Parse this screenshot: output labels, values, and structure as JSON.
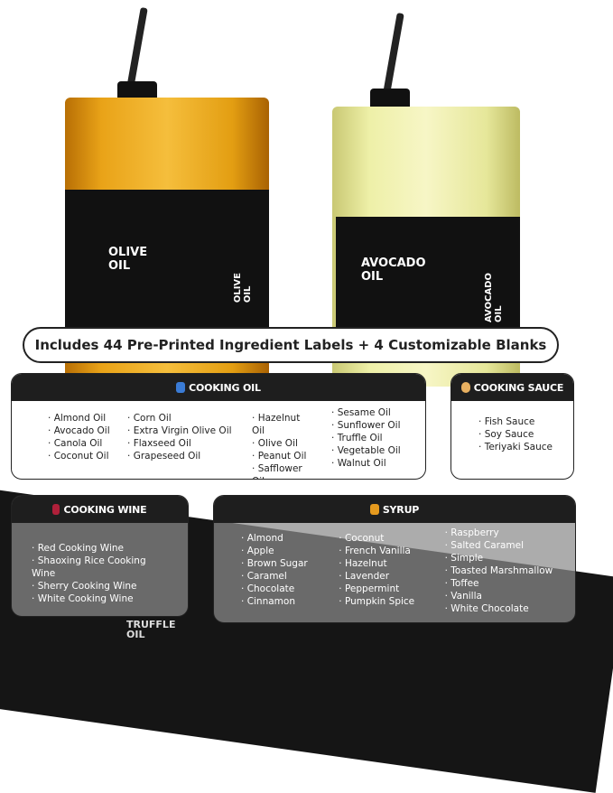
{
  "bottles": [
    {
      "label": "OLIVE\nOIL",
      "vertical": "OLIVE\nOIL",
      "color": "#e9a318"
    },
    {
      "label": "AVOCADO\nOIL",
      "vertical": "AVOCADO\nOIL",
      "color": "#eef0a8"
    }
  ],
  "banner": "Includes 44 Pre-Printed Ingredient Labels + 4 Customizable Blanks",
  "background_label": "TRUFFLE\nOIL",
  "panels": {
    "cooking_oil": {
      "title": "COOKING OIL",
      "icon": "oil-can-icon",
      "columns": [
        [
          "Almond Oil",
          "Avocado Oil",
          "Canola Oil",
          "Coconut Oil"
        ],
        [
          "Corn Oil",
          "Extra Virgin Olive Oil",
          "Flaxseed Oil",
          "Grapeseed Oil"
        ],
        [
          "Hazelnut Oil",
          "Olive Oil",
          "Peanut Oil",
          "Safflower Oil"
        ],
        [
          "Sesame Oil",
          "Sunflower Oil",
          "Truffle Oil",
          "Vegetable Oil",
          "Walnut Oil"
        ]
      ]
    },
    "cooking_sauce": {
      "title": "COOKING SAUCE",
      "icon": "sauce-bowl-icon",
      "columns": [
        [
          "Fish Sauce",
          "Soy Sauce",
          "Teriyaki Sauce"
        ]
      ]
    },
    "cooking_wine": {
      "title": "COOKING WINE",
      "icon": "wine-glass-icon",
      "columns": [
        [
          "Red Cooking Wine",
          "Shaoxing Rice Cooking Wine",
          "Sherry Cooking Wine",
          "White Cooking Wine"
        ]
      ]
    },
    "syrup": {
      "title": "SYRUP",
      "icon": "honey-jar-icon",
      "columns": [
        [
          "Almond",
          "Apple",
          "Brown Sugar",
          "Caramel",
          "Chocolate",
          "Cinnamon"
        ],
        [
          "Coconut",
          "French Vanilla",
          "Hazelnut",
          "Lavender",
          "Peppermint",
          "Pumpkin Spice"
        ],
        [
          "Raspberry",
          "Salted Caramel",
          "Simple",
          "Toasted Marshmallow",
          "Toffee",
          "Vanilla",
          "White Chocolate"
        ]
      ]
    }
  }
}
